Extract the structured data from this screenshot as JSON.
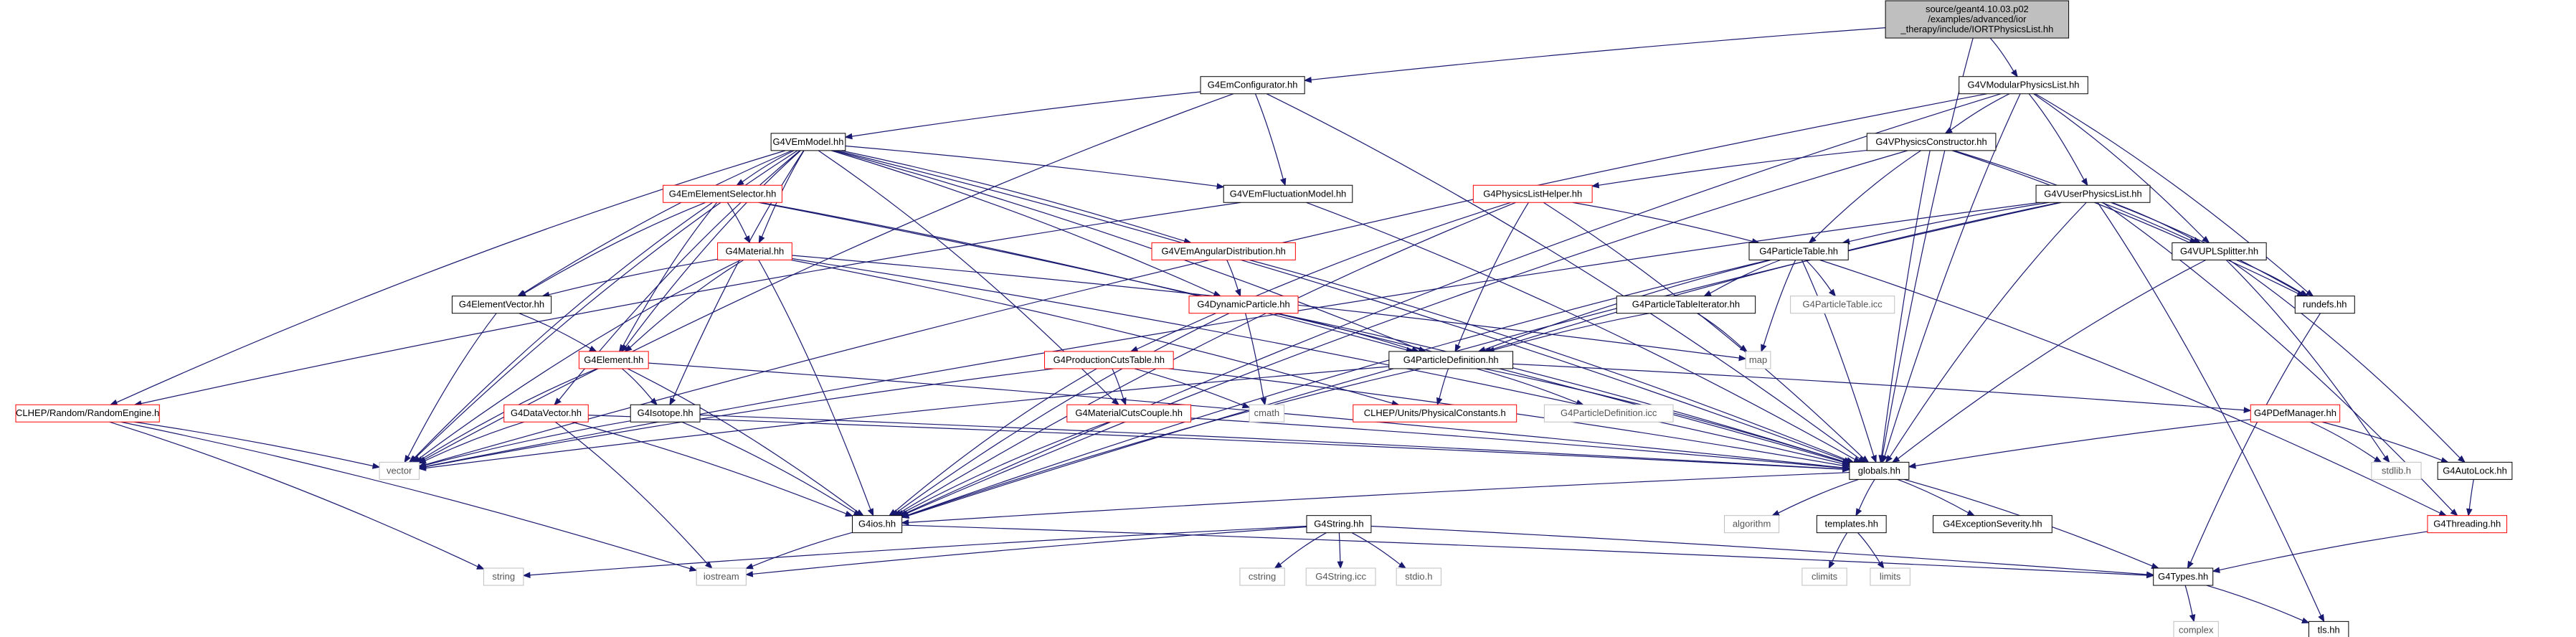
{
  "colors": {
    "root_fill": "#bfbfbf",
    "normal_border": "#000000",
    "link_border": "#ff0000",
    "external_border": "#bfbfbf",
    "external_text": "#555555",
    "edge": "#191970"
  },
  "nodes": [
    {
      "id": "root",
      "lines": [
        "source/geant4.10.03.p02",
        "/examples/advanced/ior",
        "_therapy/include/IORTPhysicsList.hh"
      ],
      "kind": "root"
    },
    {
      "id": "emcfg",
      "lines": [
        "G4EmConfigurator.hh"
      ],
      "kind": "normal"
    },
    {
      "id": "modpl",
      "lines": [
        "G4VModularPhysicsList.hh"
      ],
      "kind": "normal"
    },
    {
      "id": "vemmodel",
      "lines": [
        "G4VEmModel.hh"
      ],
      "kind": "normal"
    },
    {
      "id": "physctor",
      "lines": [
        "G4VPhysicsConstructor.hh"
      ],
      "kind": "normal"
    },
    {
      "id": "emelsel",
      "lines": [
        "G4EmElementSelector.hh"
      ],
      "kind": "link"
    },
    {
      "id": "vemfluct",
      "lines": [
        "G4VEmFluctuationModel.hh"
      ],
      "kind": "normal"
    },
    {
      "id": "plhelper",
      "lines": [
        "G4PhysicsListHelper.hh"
      ],
      "kind": "link"
    },
    {
      "id": "vuserpl",
      "lines": [
        "G4VUserPhysicsList.hh"
      ],
      "kind": "normal"
    },
    {
      "id": "material",
      "lines": [
        "G4Material.hh"
      ],
      "kind": "link"
    },
    {
      "id": "vemangdist",
      "lines": [
        "G4VEmAngularDistribution.hh"
      ],
      "kind": "link"
    },
    {
      "id": "parttable",
      "lines": [
        "G4ParticleTable.hh"
      ],
      "kind": "normal"
    },
    {
      "id": "vuplsplit",
      "lines": [
        "G4VUPLSplitter.hh"
      ],
      "kind": "normal"
    },
    {
      "id": "elemvec",
      "lines": [
        "G4ElementVector.hh"
      ],
      "kind": "normal"
    },
    {
      "id": "dynpart",
      "lines": [
        "G4DynamicParticle.hh"
      ],
      "kind": "link"
    },
    {
      "id": "ptiter",
      "lines": [
        "G4ParticleTableIterator.hh"
      ],
      "kind": "normal"
    },
    {
      "id": "ptable_icc",
      "lines": [
        "G4ParticleTable.icc"
      ],
      "kind": "external"
    },
    {
      "id": "rundefs",
      "lines": [
        "rundefs.hh"
      ],
      "kind": "normal"
    },
    {
      "id": "element",
      "lines": [
        "G4Element.hh"
      ],
      "kind": "link"
    },
    {
      "id": "prodcuts",
      "lines": [
        "G4ProductionCutsTable.hh"
      ],
      "kind": "link"
    },
    {
      "id": "partdef",
      "lines": [
        "G4ParticleDefinition.hh"
      ],
      "kind": "normal"
    },
    {
      "id": "map",
      "lines": [
        "map"
      ],
      "kind": "external"
    },
    {
      "id": "clhep_rand",
      "lines": [
        "CLHEP/Random/RandomEngine.h"
      ],
      "kind": "link"
    },
    {
      "id": "datavec",
      "lines": [
        "G4DataVector.hh"
      ],
      "kind": "link"
    },
    {
      "id": "isotope",
      "lines": [
        "G4Isotope.hh"
      ],
      "kind": "normal"
    },
    {
      "id": "matcuts",
      "lines": [
        "G4MaterialCutsCouple.hh"
      ],
      "kind": "link"
    },
    {
      "id": "cmath",
      "lines": [
        "cmath"
      ],
      "kind": "external"
    },
    {
      "id": "clhep_units",
      "lines": [
        "CLHEP/Units/PhysicalConstants.h"
      ],
      "kind": "link"
    },
    {
      "id": "partdef_icc",
      "lines": [
        "G4ParticleDefinition.icc"
      ],
      "kind": "external"
    },
    {
      "id": "pdefmgr",
      "lines": [
        "G4PDefManager.hh"
      ],
      "kind": "link"
    },
    {
      "id": "vector",
      "lines": [
        "vector"
      ],
      "kind": "external"
    },
    {
      "id": "globals",
      "lines": [
        "globals.hh"
      ],
      "kind": "normal"
    },
    {
      "id": "stdlib",
      "lines": [
        "stdlib.h"
      ],
      "kind": "external"
    },
    {
      "id": "autolock",
      "lines": [
        "G4AutoLock.hh"
      ],
      "kind": "normal"
    },
    {
      "id": "g4ios",
      "lines": [
        "G4ios.hh"
      ],
      "kind": "normal"
    },
    {
      "id": "g4string",
      "lines": [
        "G4String.hh"
      ],
      "kind": "normal"
    },
    {
      "id": "algorithm",
      "lines": [
        "algorithm"
      ],
      "kind": "external"
    },
    {
      "id": "templates",
      "lines": [
        "templates.hh"
      ],
      "kind": "normal"
    },
    {
      "id": "excsev",
      "lines": [
        "G4ExceptionSeverity.hh"
      ],
      "kind": "normal"
    },
    {
      "id": "threading",
      "lines": [
        "G4Threading.hh"
      ],
      "kind": "link"
    },
    {
      "id": "string",
      "lines": [
        "string"
      ],
      "kind": "external"
    },
    {
      "id": "iostream",
      "lines": [
        "iostream"
      ],
      "kind": "external"
    },
    {
      "id": "cstring",
      "lines": [
        "cstring"
      ],
      "kind": "external"
    },
    {
      "id": "stricc",
      "lines": [
        "G4String.icc"
      ],
      "kind": "external"
    },
    {
      "id": "stdio",
      "lines": [
        "stdio.h"
      ],
      "kind": "external"
    },
    {
      "id": "climits",
      "lines": [
        "climits"
      ],
      "kind": "external"
    },
    {
      "id": "limits",
      "lines": [
        "limits"
      ],
      "kind": "external"
    },
    {
      "id": "g4types",
      "lines": [
        "G4Types.hh"
      ],
      "kind": "normal"
    },
    {
      "id": "complex",
      "lines": [
        "complex"
      ],
      "kind": "external"
    },
    {
      "id": "tls",
      "lines": [
        "tls.hh"
      ],
      "kind": "normal"
    }
  ],
  "edges": [
    [
      "root",
      "emcfg"
    ],
    [
      "root",
      "modpl"
    ],
    [
      "root",
      "globals"
    ],
    [
      "emcfg",
      "vemmodel"
    ],
    [
      "emcfg",
      "vemfluct"
    ],
    [
      "emcfg",
      "vector"
    ],
    [
      "emcfg",
      "globals"
    ],
    [
      "modpl",
      "physctor"
    ],
    [
      "modpl",
      "vuserpl"
    ],
    [
      "modpl",
      "vuplsplit"
    ],
    [
      "modpl",
      "rundefs"
    ],
    [
      "modpl",
      "vector"
    ],
    [
      "modpl",
      "g4ios"
    ],
    [
      "modpl",
      "globals"
    ],
    [
      "vemmodel",
      "emelsel"
    ],
    [
      "vemmodel",
      "vemfluct"
    ],
    [
      "vemmodel",
      "material"
    ],
    [
      "vemmodel",
      "vemangdist"
    ],
    [
      "vemmodel",
      "elemvec"
    ],
    [
      "vemmodel",
      "element"
    ],
    [
      "vemmodel",
      "datavec"
    ],
    [
      "vemmodel",
      "isotope"
    ],
    [
      "vemmodel",
      "matcuts"
    ],
    [
      "vemmodel",
      "partdef"
    ],
    [
      "vemmodel",
      "dynpart"
    ],
    [
      "vemmodel",
      "clhep_rand"
    ],
    [
      "vemmodel",
      "vector"
    ],
    [
      "vemmodel",
      "globals"
    ],
    [
      "physctor",
      "plhelper"
    ],
    [
      "physctor",
      "parttable"
    ],
    [
      "physctor",
      "vuplsplit"
    ],
    [
      "physctor",
      "rundefs"
    ],
    [
      "physctor",
      "g4ios"
    ],
    [
      "physctor",
      "globals"
    ],
    [
      "emelsel",
      "material"
    ],
    [
      "emelsel",
      "element"
    ],
    [
      "emelsel",
      "elemvec"
    ],
    [
      "emelsel",
      "vector"
    ],
    [
      "emelsel",
      "partdef"
    ],
    [
      "emelsel",
      "globals"
    ],
    [
      "vemfluct",
      "clhep_rand"
    ],
    [
      "vemfluct",
      "globals"
    ],
    [
      "plhelper",
      "parttable"
    ],
    [
      "plhelper",
      "prodcuts"
    ],
    [
      "plhelper",
      "partdef"
    ],
    [
      "plhelper",
      "g4ios"
    ],
    [
      "plhelper",
      "globals"
    ],
    [
      "vuserpl",
      "parttable"
    ],
    [
      "vuserpl",
      "vuplsplit"
    ],
    [
      "vuserpl",
      "rundefs"
    ],
    [
      "vuserpl",
      "partdef"
    ],
    [
      "vuserpl",
      "threading"
    ],
    [
      "vuserpl",
      "tls"
    ],
    [
      "vuserpl",
      "vector"
    ],
    [
      "vuserpl",
      "g4ios"
    ],
    [
      "vuserpl",
      "globals"
    ],
    [
      "material",
      "elemvec"
    ],
    [
      "material",
      "element"
    ],
    [
      "material",
      "map"
    ],
    [
      "material",
      "clhep_units"
    ],
    [
      "material",
      "vector"
    ],
    [
      "material",
      "g4ios"
    ],
    [
      "material",
      "globals"
    ],
    [
      "vemangdist",
      "dynpart"
    ],
    [
      "vemangdist",
      "globals"
    ],
    [
      "parttable",
      "ptiter"
    ],
    [
      "parttable",
      "ptable_icc"
    ],
    [
      "parttable",
      "partdef"
    ],
    [
      "parttable",
      "map"
    ],
    [
      "parttable",
      "threading"
    ],
    [
      "parttable",
      "g4ios"
    ],
    [
      "parttable",
      "globals"
    ],
    [
      "vuplsplit",
      "rundefs"
    ],
    [
      "vuplsplit",
      "autolock"
    ],
    [
      "vuplsplit",
      "stdlib"
    ],
    [
      "vuplsplit",
      "globals"
    ],
    [
      "elemvec",
      "element"
    ],
    [
      "elemvec",
      "vector"
    ],
    [
      "dynpart",
      "partdef"
    ],
    [
      "dynpart",
      "cmath"
    ],
    [
      "dynpart",
      "g4ios"
    ],
    [
      "dynpart",
      "globals"
    ],
    [
      "ptiter",
      "partdef"
    ],
    [
      "ptiter",
      "map"
    ],
    [
      "rundefs",
      "g4types"
    ],
    [
      "element",
      "isotope"
    ],
    [
      "element",
      "vector"
    ],
    [
      "element",
      "g4ios"
    ],
    [
      "element",
      "globals"
    ],
    [
      "prodcuts",
      "matcuts"
    ],
    [
      "prodcuts",
      "cmath"
    ],
    [
      "prodcuts",
      "vector"
    ],
    [
      "prodcuts",
      "g4ios"
    ],
    [
      "prodcuts",
      "globals"
    ],
    [
      "partdef",
      "partdef_icc"
    ],
    [
      "partdef",
      "pdefmgr"
    ],
    [
      "partdef",
      "clhep_units"
    ],
    [
      "partdef",
      "vector"
    ],
    [
      "partdef",
      "g4ios"
    ],
    [
      "partdef",
      "globals"
    ],
    [
      "clhep_rand",
      "vector"
    ],
    [
      "clhep_rand",
      "iostream"
    ],
    [
      "clhep_rand",
      "string"
    ],
    [
      "datavec",
      "vector"
    ],
    [
      "datavec",
      "iostream"
    ],
    [
      "datavec",
      "g4ios"
    ],
    [
      "datavec",
      "globals"
    ],
    [
      "isotope",
      "g4ios"
    ],
    [
      "isotope",
      "vector"
    ],
    [
      "isotope",
      "globals"
    ],
    [
      "matcuts",
      "g4ios"
    ],
    [
      "matcuts",
      "globals"
    ],
    [
      "pdefmgr",
      "stdlib"
    ],
    [
      "pdefmgr",
      "autolock"
    ],
    [
      "pdefmgr",
      "globals"
    ],
    [
      "globals",
      "g4ios"
    ],
    [
      "globals",
      "algorithm"
    ],
    [
      "globals",
      "templates"
    ],
    [
      "globals",
      "excsev"
    ],
    [
      "globals",
      "g4types"
    ],
    [
      "autolock",
      "threading"
    ],
    [
      "g4ios",
      "iostream"
    ],
    [
      "g4ios",
      "g4types"
    ],
    [
      "g4string",
      "string"
    ],
    [
      "g4string",
      "cstring"
    ],
    [
      "g4string",
      "stricc"
    ],
    [
      "g4string",
      "stdio"
    ],
    [
      "g4string",
      "iostream"
    ],
    [
      "g4string",
      "g4types"
    ],
    [
      "templates",
      "climits"
    ],
    [
      "templates",
      "limits"
    ],
    [
      "threading",
      "g4types"
    ],
    [
      "g4types",
      "complex"
    ],
    [
      "g4types",
      "tls"
    ]
  ]
}
